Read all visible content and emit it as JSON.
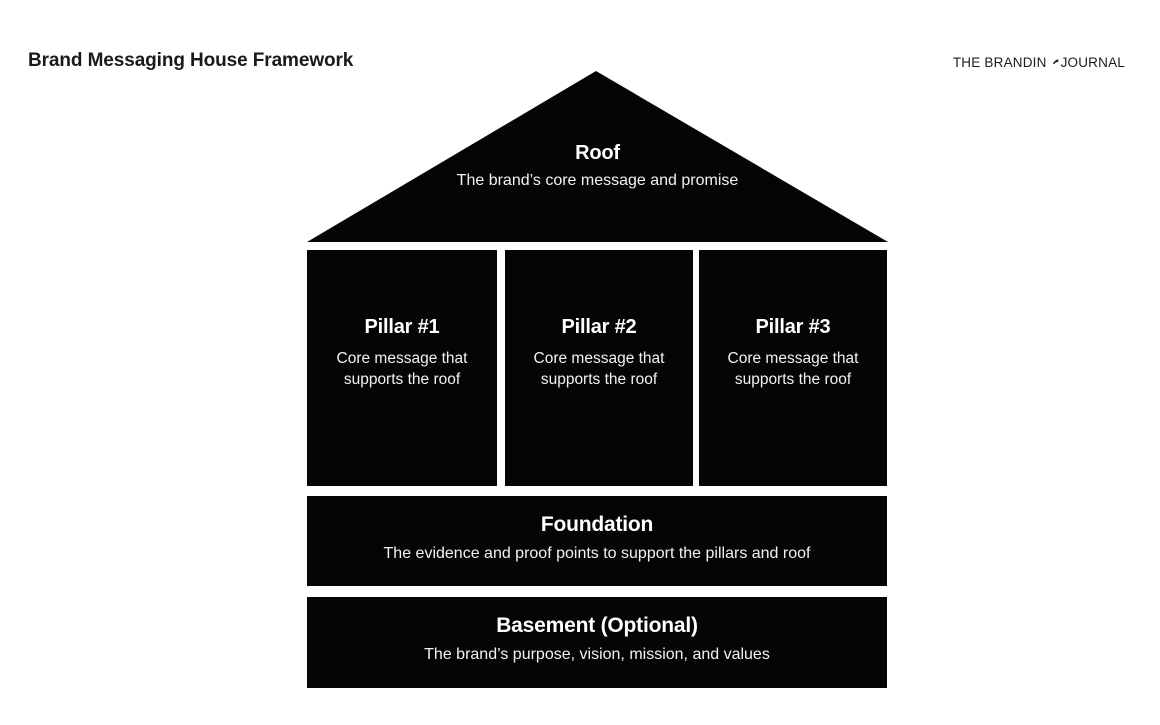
{
  "page": {
    "title": "Brand Messaging House Framework",
    "background_color": "#ffffff",
    "block_color": "#050505",
    "text_on_block_color": "#ffffff"
  },
  "brand": {
    "name_part_1": "THE BRANDIN",
    "logo_mark": "g-arrow-icon",
    "name_part_2": " JOURNAL",
    "full_name": "THE BRANDING JOURNAL"
  },
  "diagram": {
    "type": "messaging-house",
    "roof": {
      "heading": "Roof",
      "subtext": "The brand’s core message and promise"
    },
    "pillars": [
      {
        "heading": "Pillar #1",
        "subtext": "Core message that supports the roof"
      },
      {
        "heading": "Pillar #2",
        "subtext": "Core message that supports the roof"
      },
      {
        "heading": "Pillar #3",
        "subtext": "Core message that supports the roof"
      }
    ],
    "foundation": {
      "heading": "Foundation",
      "subtext": "The evidence and proof points to support the pillars and roof"
    },
    "basement": {
      "heading": "Basement (Optional)",
      "subtext": "The brand’s purpose, vision, mission, and values"
    }
  }
}
